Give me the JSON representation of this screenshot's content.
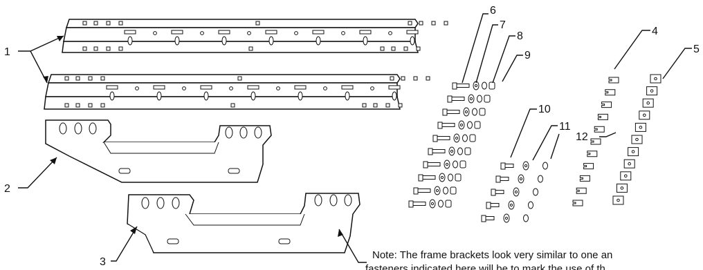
{
  "callouts": {
    "c1": "1",
    "c2": "2",
    "c3": "3",
    "c4": "4",
    "c5": "5",
    "c6": "6",
    "c7": "7",
    "c8": "8",
    "c9": "9",
    "c10": "10",
    "c11": "11",
    "c12": "12"
  },
  "note": {
    "line1": "Note: The frame brackets look very similar to one an",
    "line2": "fasteners indicated here will be to mark the use of th"
  }
}
